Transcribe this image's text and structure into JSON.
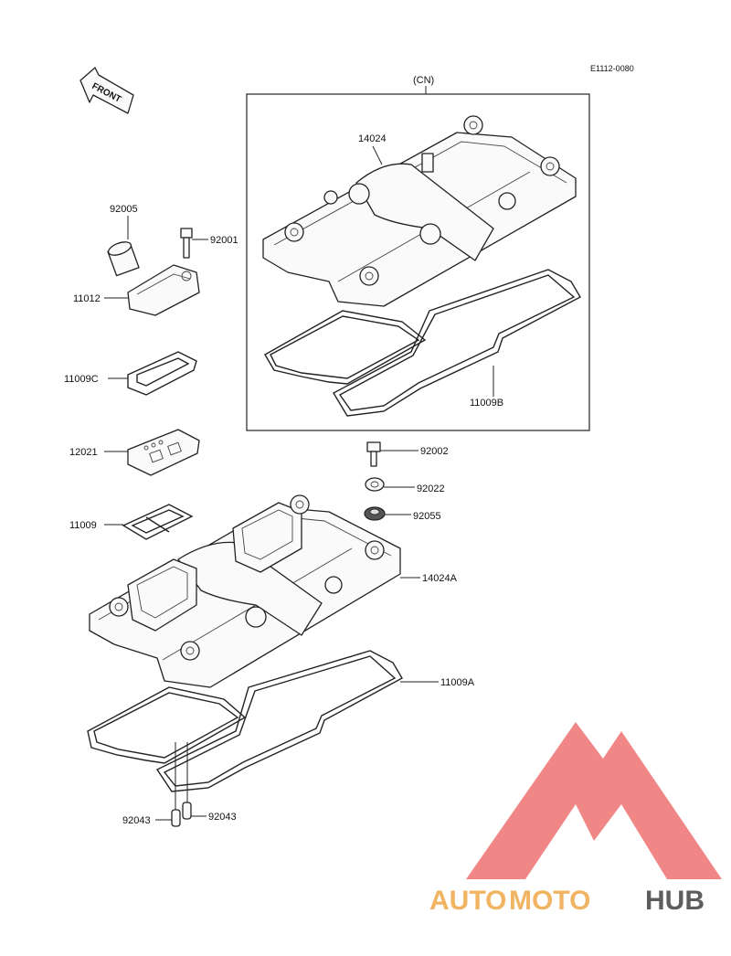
{
  "diagram_code": "E1112-0080",
  "front_label": "FRONT",
  "variant_label": "(CN)",
  "parts": {
    "p14024": "14024",
    "p92005": "92005",
    "p92001": "92001",
    "p11012": "11012",
    "p11009C": "11009C",
    "p11009B": "11009B",
    "p12021": "12021",
    "p92002": "92002",
    "p92022": "92022",
    "p92055": "92055",
    "p11009": "11009",
    "p14024A": "14024A",
    "p11009A": "11009A",
    "p92043_left": "92043",
    "p92043_right": "92043"
  },
  "watermark": {
    "part1": "AUTO",
    "part2": "MOTO",
    "part3": "HUB",
    "colors": {
      "logo": "#f08080",
      "auto": "#f0b05a",
      "moto": "#f0b05a",
      "hub": "#555555"
    }
  }
}
